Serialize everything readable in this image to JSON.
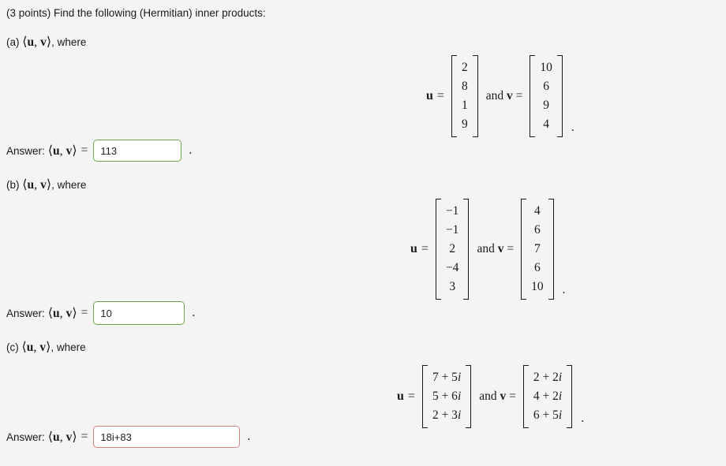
{
  "page": {
    "background_color": "#f4f4f4",
    "heading": "(3 points) Find the following (Hermitian) inner products:",
    "answer_label": "Answer:",
    "and_text": "and",
    "equals": "=",
    "trailing_period": ".",
    "correct_border_color": "#6aa84f",
    "incorrect_border_color": "#cc8282"
  },
  "parts": [
    {
      "id": "a",
      "prompt_prefix": "(a)",
      "prompt_suffix": ", where",
      "u_label": "u",
      "v_label": "v",
      "u_vector": [
        "2",
        "8",
        "1",
        "9"
      ],
      "v_vector": [
        "10",
        "6",
        "9",
        "4"
      ],
      "answer_value": "113",
      "answer_state": "correct"
    },
    {
      "id": "b",
      "prompt_prefix": "(b)",
      "prompt_suffix": ", where",
      "u_label": "u",
      "v_label": "v",
      "u_vector": [
        "−1",
        "−1",
        "2",
        "−4",
        "3"
      ],
      "v_vector": [
        "4",
        "6",
        "7",
        "6",
        "10"
      ],
      "answer_value": "10",
      "answer_state": "correct"
    },
    {
      "id": "c",
      "prompt_prefix": "(c)",
      "prompt_suffix": ", where",
      "u_label": "u",
      "v_label": "v",
      "u_vector": [
        "7 + 5i",
        "5 + 6i",
        "2 + 3i"
      ],
      "v_vector": [
        "2 + 2i",
        "4 + 2i",
        "6 + 5i"
      ],
      "answer_value": "18i+83",
      "answer_state": "incorrect"
    }
  ]
}
